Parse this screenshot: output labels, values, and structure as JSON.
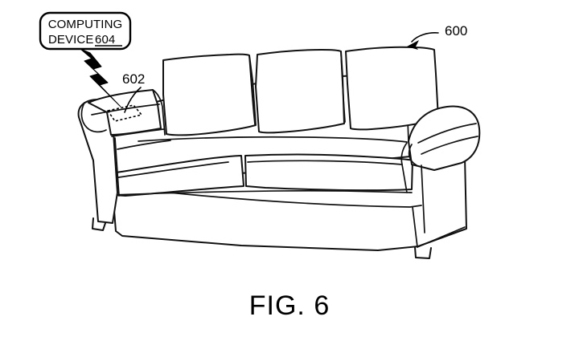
{
  "figure": {
    "caption": "FIG. 6",
    "subject": "sofa",
    "background_color": "#ffffff",
    "line_color": "#111111"
  },
  "callout": {
    "line1": "COMPUTING",
    "line2_prefix": "DEVICE",
    "line2_number": "604",
    "number_underlined": true,
    "leader_style": "lightning-bolt"
  },
  "reference_numerals": [
    {
      "id": "ref-602",
      "label": "602",
      "target": "dashed region on left armrest",
      "leader_style": "curved line"
    },
    {
      "id": "ref-600",
      "label": "600",
      "target": "sofa assembly",
      "leader_style": "curved arrow"
    }
  ],
  "sofa": {
    "back_cushions": 3,
    "seat_cushions": 2,
    "arms": 2,
    "feet": 2
  }
}
